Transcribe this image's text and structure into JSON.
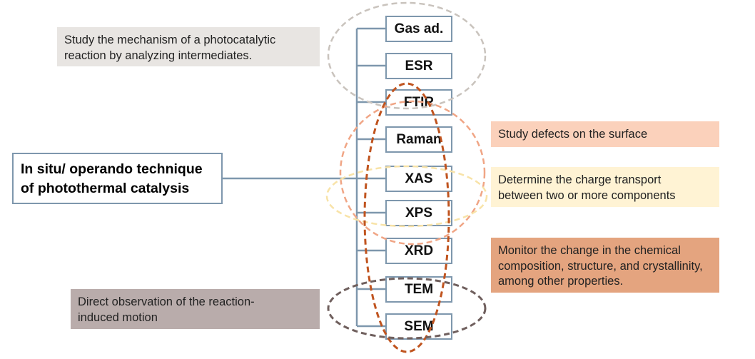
{
  "main_label": {
    "line1": "In situ/ operando technique",
    "line2": "of photothermal catalysis"
  },
  "techniques": [
    "Gas ad.",
    "ESR",
    "FTIR",
    "Raman",
    "XAS",
    "XPS",
    "XRD",
    "TEM",
    "SEM"
  ],
  "notes": {
    "mechanism": {
      "line1": "Study the mechanism of a photocatalytic",
      "line2": "reaction by analyzing intermediates.",
      "fill": "#e8e5e2",
      "ring": "#c9c3bd"
    },
    "defects": {
      "line1": "Study defects on the surface",
      "fill": "#fbd1bb",
      "ring": "#f0a585"
    },
    "charge": {
      "line1": "Determine the charge transport",
      "line2": "between two or more components",
      "fill": "#fff3d4",
      "ring": "#f8e3a8"
    },
    "composition": {
      "line1": "Monitor the change in the chemical",
      "line2": "composition, structure, and crystallinity,",
      "line3": "among other properties.",
      "fill": "#e4a47f",
      "ring": "#c0541f"
    },
    "motion": {
      "line1": "Direct observation of the reaction-",
      "line2": "induced motion",
      "fill": "#b9acab",
      "ring": "#6f5f5d"
    }
  },
  "colors": {
    "connector": "#7e97ad"
  }
}
